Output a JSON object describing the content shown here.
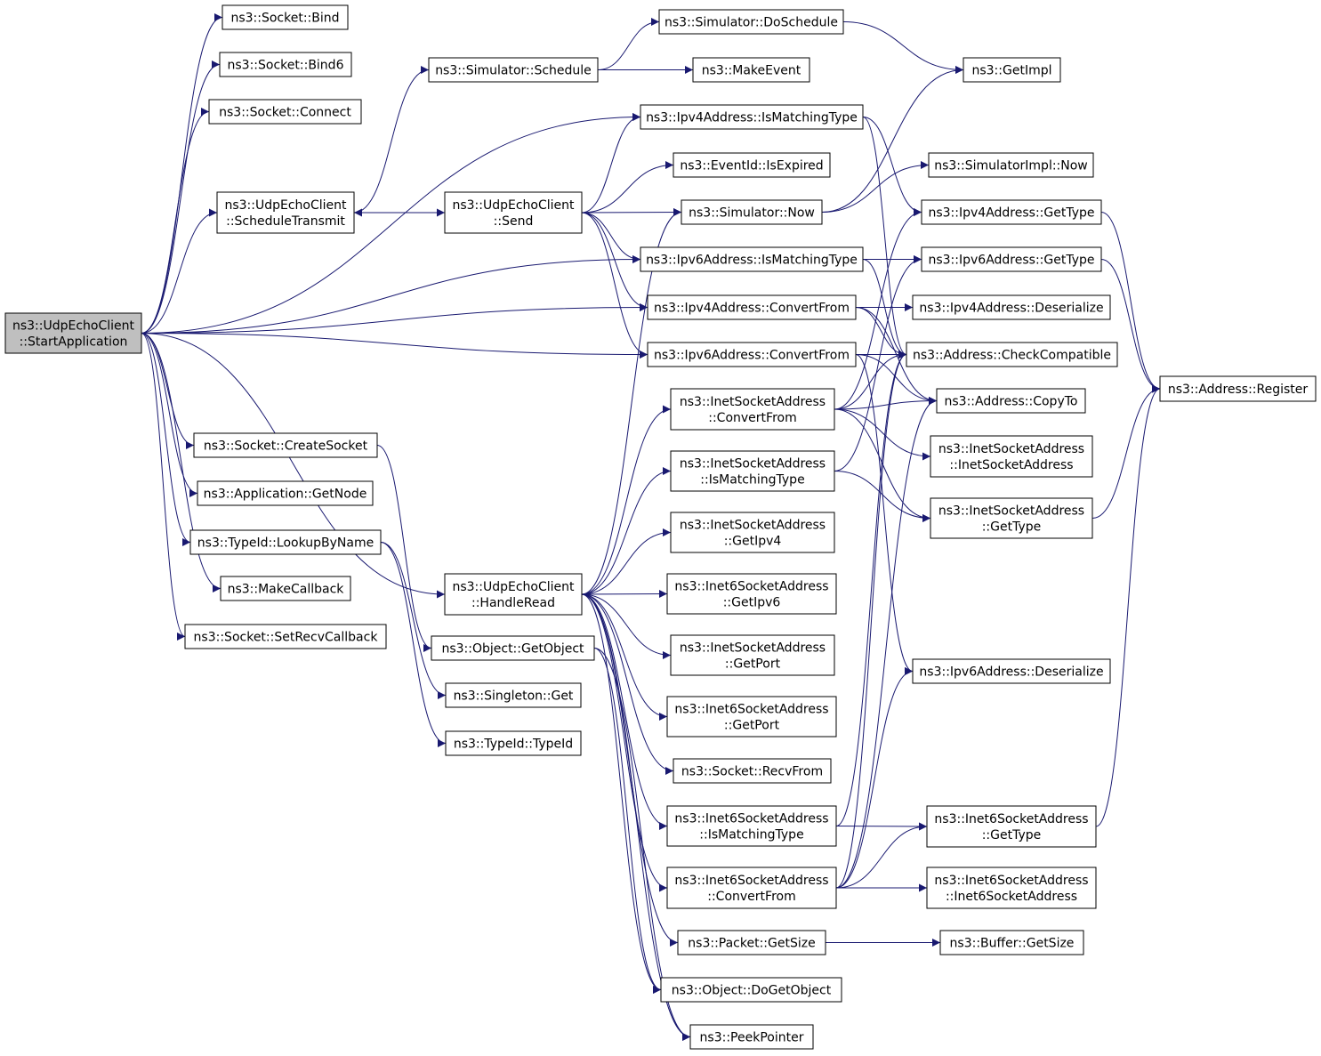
{
  "colors": {
    "edge": "#191970",
    "node_border": "#000000",
    "node_border_truncated": "#ff0000",
    "node_fill": "#ffffff",
    "root_fill": "#bfbfbf"
  },
  "nodes": [
    {
      "id": "start_app",
      "lines": [
        "ns3::UdpEchoClient",
        "::StartApplication"
      ],
      "style": "root"
    },
    {
      "id": "socket_bind",
      "lines": [
        "ns3::Socket::Bind"
      ],
      "style": "normal"
    },
    {
      "id": "socket_bind6",
      "lines": [
        "ns3::Socket::Bind6"
      ],
      "style": "normal"
    },
    {
      "id": "socket_connect",
      "lines": [
        "ns3::Socket::Connect"
      ],
      "style": "normal"
    },
    {
      "id": "schedule_transmit",
      "lines": [
        "ns3::UdpEchoClient",
        "::ScheduleTransmit"
      ],
      "style": "normal"
    },
    {
      "id": "create_socket",
      "lines": [
        "ns3::Socket::CreateSocket"
      ],
      "style": "normal"
    },
    {
      "id": "get_node",
      "lines": [
        "ns3::Application::GetNode"
      ],
      "style": "normal"
    },
    {
      "id": "lookup_by_name",
      "lines": [
        "ns3::TypeId::LookupByName"
      ],
      "style": "normal"
    },
    {
      "id": "make_callback",
      "lines": [
        "ns3::MakeCallback"
      ],
      "style": "normal"
    },
    {
      "id": "set_recv_callback",
      "lines": [
        "ns3::Socket::SetRecvCallback"
      ],
      "style": "normal"
    },
    {
      "id": "sim_schedule",
      "lines": [
        "ns3::Simulator::Schedule"
      ],
      "style": "normal"
    },
    {
      "id": "udp_send",
      "lines": [
        "ns3::UdpEchoClient",
        "::Send"
      ],
      "style": "truncated"
    },
    {
      "id": "handle_read",
      "lines": [
        "ns3::UdpEchoClient",
        "::HandleRead"
      ],
      "style": "normal"
    },
    {
      "id": "get_object",
      "lines": [
        "ns3::Object::GetObject"
      ],
      "style": "normal"
    },
    {
      "id": "singleton_get",
      "lines": [
        "ns3::Singleton::Get"
      ],
      "style": "normal"
    },
    {
      "id": "typeid_typeid",
      "lines": [
        "ns3::TypeId::TypeId"
      ],
      "style": "normal"
    },
    {
      "id": "sim_do_schedule",
      "lines": [
        "ns3::Simulator::DoSchedule"
      ],
      "style": "truncated"
    },
    {
      "id": "make_event",
      "lines": [
        "ns3::MakeEvent"
      ],
      "style": "normal"
    },
    {
      "id": "ipv4_is_matching",
      "lines": [
        "ns3::Ipv4Address::IsMatchingType"
      ],
      "style": "normal"
    },
    {
      "id": "eventid_is_expired",
      "lines": [
        "ns3::EventId::IsExpired"
      ],
      "style": "truncated"
    },
    {
      "id": "sim_now",
      "lines": [
        "ns3::Simulator::Now"
      ],
      "style": "normal"
    },
    {
      "id": "ipv6_is_matching",
      "lines": [
        "ns3::Ipv6Address::IsMatchingType"
      ],
      "style": "normal"
    },
    {
      "id": "ipv4_convert_from",
      "lines": [
        "ns3::Ipv4Address::ConvertFrom"
      ],
      "style": "normal"
    },
    {
      "id": "ipv6_convert_from",
      "lines": [
        "ns3::Ipv6Address::ConvertFrom"
      ],
      "style": "normal"
    },
    {
      "id": "inet_convert_from",
      "lines": [
        "ns3::InetSocketAddress",
        "::ConvertFrom"
      ],
      "style": "normal"
    },
    {
      "id": "inet_is_matching",
      "lines": [
        "ns3::InetSocketAddress",
        "::IsMatchingType"
      ],
      "style": "normal"
    },
    {
      "id": "inet_get_ipv4",
      "lines": [
        "ns3::InetSocketAddress",
        "::GetIpv4"
      ],
      "style": "normal"
    },
    {
      "id": "inet6_get_ipv6",
      "lines": [
        "ns3::Inet6SocketAddress",
        "::GetIpv6"
      ],
      "style": "normal"
    },
    {
      "id": "inet_get_port",
      "lines": [
        "ns3::InetSocketAddress",
        "::GetPort"
      ],
      "style": "normal"
    },
    {
      "id": "inet6_get_port",
      "lines": [
        "ns3::Inet6SocketAddress",
        "::GetPort"
      ],
      "style": "normal"
    },
    {
      "id": "socket_recv_from",
      "lines": [
        "ns3::Socket::RecvFrom"
      ],
      "style": "normal"
    },
    {
      "id": "inet6_is_matching",
      "lines": [
        "ns3::Inet6SocketAddress",
        "::IsMatchingType"
      ],
      "style": "normal"
    },
    {
      "id": "inet6_convert_from",
      "lines": [
        "ns3::Inet6SocketAddress",
        "::ConvertFrom"
      ],
      "style": "normal"
    },
    {
      "id": "packet_get_size",
      "lines": [
        "ns3::Packet::GetSize"
      ],
      "style": "normal"
    },
    {
      "id": "object_do_get_object",
      "lines": [
        "ns3::Object::DoGetObject"
      ],
      "style": "truncated"
    },
    {
      "id": "peek_pointer",
      "lines": [
        "ns3::PeekPointer"
      ],
      "style": "normal"
    },
    {
      "id": "get_impl",
      "lines": [
        "ns3::GetImpl"
      ],
      "style": "truncated"
    },
    {
      "id": "simimpl_now",
      "lines": [
        "ns3::SimulatorImpl::Now"
      ],
      "style": "normal"
    },
    {
      "id": "ipv4_get_type",
      "lines": [
        "ns3::Ipv4Address::GetType"
      ],
      "style": "normal"
    },
    {
      "id": "ipv6_get_type",
      "lines": [
        "ns3::Ipv6Address::GetType"
      ],
      "style": "normal"
    },
    {
      "id": "ipv4_deserialize",
      "lines": [
        "ns3::Ipv4Address::Deserialize"
      ],
      "style": "normal"
    },
    {
      "id": "addr_check_compatible",
      "lines": [
        "ns3::Address::CheckCompatible"
      ],
      "style": "normal"
    },
    {
      "id": "addr_copy_to",
      "lines": [
        "ns3::Address::CopyTo"
      ],
      "style": "normal"
    },
    {
      "id": "inet_ctor",
      "lines": [
        "ns3::InetSocketAddress",
        "::InetSocketAddress"
      ],
      "style": "normal"
    },
    {
      "id": "inet_get_type",
      "lines": [
        "ns3::InetSocketAddress",
        "::GetType"
      ],
      "style": "normal"
    },
    {
      "id": "ipv6_deserialize",
      "lines": [
        "ns3::Ipv6Address::Deserialize"
      ],
      "style": "normal"
    },
    {
      "id": "inet6_get_type",
      "lines": [
        "ns3::Inet6SocketAddress",
        "::GetType"
      ],
      "style": "normal"
    },
    {
      "id": "inet6_ctor",
      "lines": [
        "ns3::Inet6SocketAddress",
        "::Inet6SocketAddress"
      ],
      "style": "normal"
    },
    {
      "id": "buffer_get_size",
      "lines": [
        "ns3::Buffer::GetSize"
      ],
      "style": "normal"
    },
    {
      "id": "addr_register",
      "lines": [
        "ns3::Address::Register"
      ],
      "style": "normal"
    }
  ],
  "edges": [
    [
      "start_app",
      "socket_bind"
    ],
    [
      "start_app",
      "socket_bind6"
    ],
    [
      "start_app",
      "socket_connect"
    ],
    [
      "start_app",
      "schedule_transmit"
    ],
    [
      "start_app",
      "ipv4_is_matching"
    ],
    [
      "start_app",
      "ipv6_is_matching"
    ],
    [
      "start_app",
      "ipv4_convert_from"
    ],
    [
      "start_app",
      "ipv6_convert_from"
    ],
    [
      "start_app",
      "handle_read"
    ],
    [
      "start_app",
      "create_socket"
    ],
    [
      "start_app",
      "get_node"
    ],
    [
      "start_app",
      "lookup_by_name"
    ],
    [
      "start_app",
      "make_callback"
    ],
    [
      "start_app",
      "set_recv_callback"
    ],
    [
      "schedule_transmit",
      "sim_schedule"
    ],
    [
      "schedule_transmit",
      "udp_send"
    ],
    [
      "udp_send",
      "schedule_transmit"
    ],
    [
      "udp_send",
      "ipv4_is_matching"
    ],
    [
      "udp_send",
      "eventid_is_expired"
    ],
    [
      "udp_send",
      "sim_now"
    ],
    [
      "udp_send",
      "ipv6_is_matching"
    ],
    [
      "udp_send",
      "ipv4_convert_from"
    ],
    [
      "udp_send",
      "ipv6_convert_from"
    ],
    [
      "sim_schedule",
      "sim_do_schedule"
    ],
    [
      "sim_schedule",
      "make_event"
    ],
    [
      "sim_do_schedule",
      "get_impl"
    ],
    [
      "sim_now",
      "get_impl"
    ],
    [
      "sim_now",
      "simimpl_now"
    ],
    [
      "ipv4_is_matching",
      "ipv4_get_type"
    ],
    [
      "ipv4_is_matching",
      "addr_check_compatible"
    ],
    [
      "ipv6_is_matching",
      "ipv6_get_type"
    ],
    [
      "ipv6_is_matching",
      "addr_check_compatible"
    ],
    [
      "ipv4_convert_from",
      "ipv4_deserialize"
    ],
    [
      "ipv4_convert_from",
      "addr_check_compatible"
    ],
    [
      "ipv4_convert_from",
      "addr_copy_to"
    ],
    [
      "ipv6_convert_from",
      "addr_check_compatible"
    ],
    [
      "ipv6_convert_from",
      "addr_copy_to"
    ],
    [
      "ipv6_convert_from",
      "ipv6_deserialize"
    ],
    [
      "inet_convert_from",
      "ipv4_get_type"
    ],
    [
      "inet_convert_from",
      "addr_check_compatible"
    ],
    [
      "inet_convert_from",
      "addr_copy_to"
    ],
    [
      "inet_convert_from",
      "inet_ctor"
    ],
    [
      "inet_convert_from",
      "inet_get_type"
    ],
    [
      "inet_is_matching",
      "ipv6_get_type"
    ],
    [
      "inet_is_matching",
      "inet_get_type"
    ],
    [
      "handle_read",
      "sim_now"
    ],
    [
      "handle_read",
      "inet_convert_from"
    ],
    [
      "handle_read",
      "inet_is_matching"
    ],
    [
      "handle_read",
      "inet_get_ipv4"
    ],
    [
      "handle_read",
      "inet6_get_ipv6"
    ],
    [
      "handle_read",
      "inet_get_port"
    ],
    [
      "handle_read",
      "inet6_get_port"
    ],
    [
      "handle_read",
      "socket_recv_from"
    ],
    [
      "handle_read",
      "inet6_is_matching"
    ],
    [
      "handle_read",
      "inet6_convert_from"
    ],
    [
      "handle_read",
      "packet_get_size"
    ],
    [
      "handle_read",
      "object_do_get_object"
    ],
    [
      "handle_read",
      "peek_pointer"
    ],
    [
      "create_socket",
      "get_object"
    ],
    [
      "lookup_by_name",
      "singleton_get"
    ],
    [
      "lookup_by_name",
      "typeid_typeid"
    ],
    [
      "get_object",
      "object_do_get_object"
    ],
    [
      "get_object",
      "peek_pointer"
    ],
    [
      "inet6_is_matching",
      "addr_check_compatible"
    ],
    [
      "inet6_is_matching",
      "inet6_get_type"
    ],
    [
      "inet6_convert_from",
      "addr_check_compatible"
    ],
    [
      "inet6_convert_from",
      "addr_copy_to"
    ],
    [
      "inet6_convert_from",
      "ipv6_deserialize"
    ],
    [
      "inet6_convert_from",
      "inet6_get_type"
    ],
    [
      "inet6_convert_from",
      "inet6_ctor"
    ],
    [
      "packet_get_size",
      "buffer_get_size"
    ],
    [
      "ipv4_get_type",
      "addr_register"
    ],
    [
      "ipv6_get_type",
      "addr_register"
    ],
    [
      "inet_get_type",
      "addr_register"
    ],
    [
      "inet6_get_type",
      "addr_register"
    ]
  ]
}
